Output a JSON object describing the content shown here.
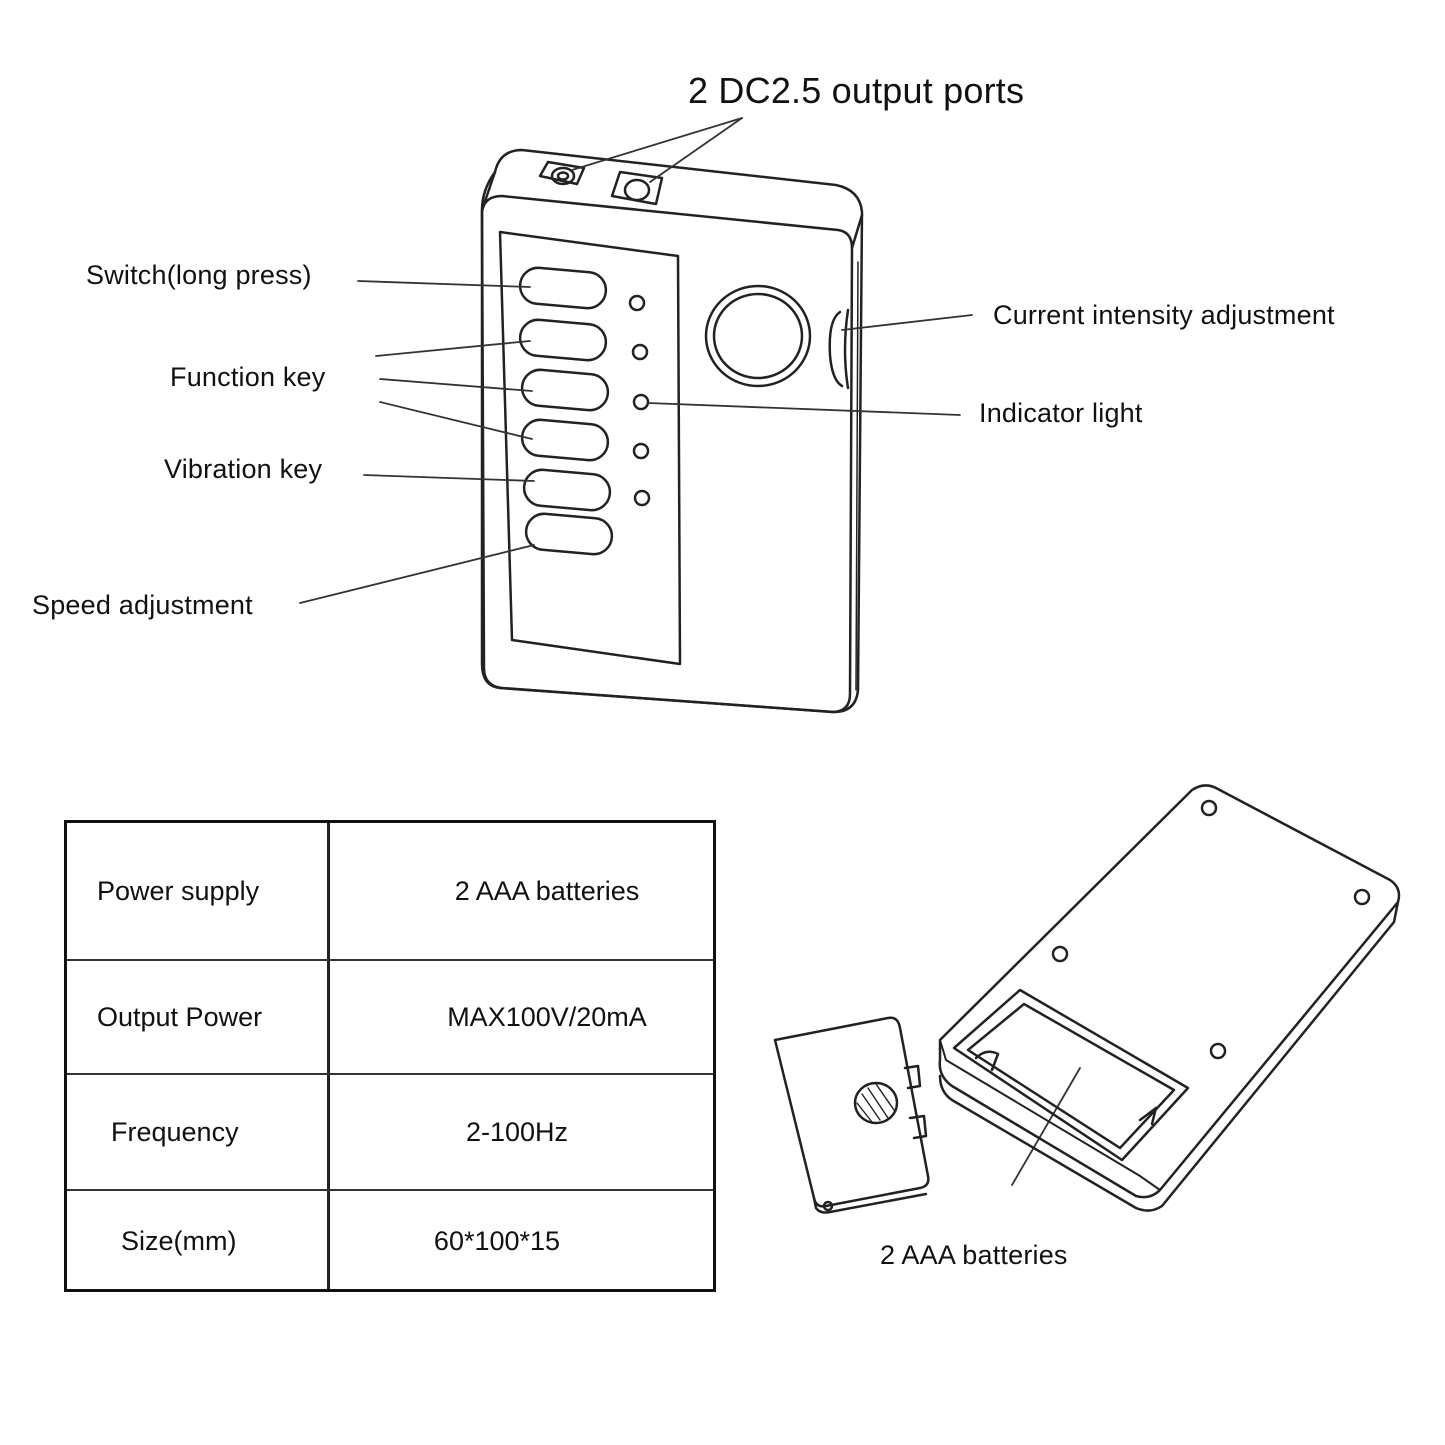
{
  "diagram": {
    "title": "2 DC2.5 output ports",
    "callouts": {
      "switch": "Switch(long press)",
      "function_key": "Function key",
      "vibration_key": "Vibration key",
      "speed_adjustment": "Speed adjustment",
      "current_intensity": "Current intensity adjustment",
      "indicator_light": "Indicator light",
      "batteries": "2 AAA batteries"
    }
  },
  "specs": {
    "rows": [
      {
        "label": "Power supply",
        "value": "2 AAA batteries"
      },
      {
        "label": "Output Power",
        "value": "MAX100V/20mA"
      },
      {
        "label": "Frequency",
        "value": "2-100Hz"
      },
      {
        "label": "Size(mm)",
        "value": "60*100*15"
      }
    ]
  }
}
